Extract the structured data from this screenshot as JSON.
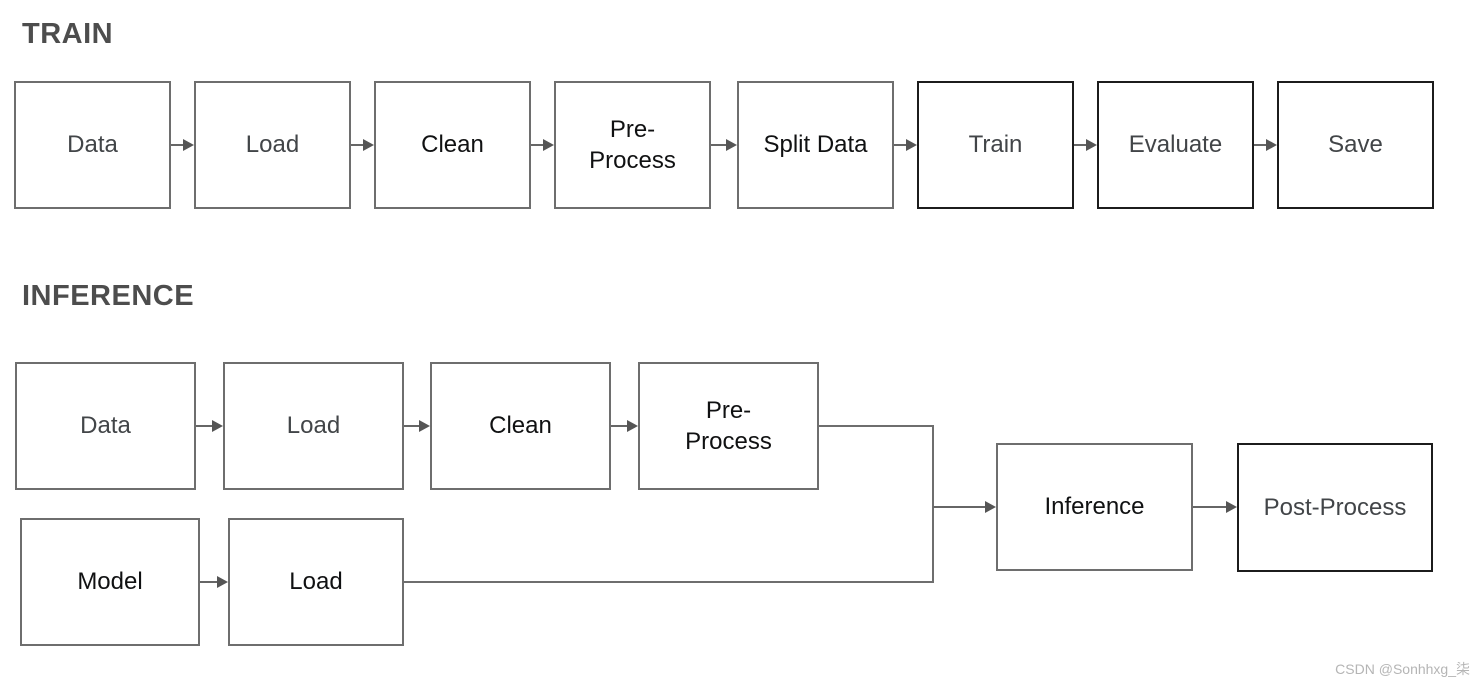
{
  "train": {
    "title": "TRAIN",
    "nodes": [
      {
        "id": "data",
        "label": "Data",
        "border": "gray",
        "text_color": "dark-gray"
      },
      {
        "id": "load",
        "label": "Load",
        "border": "gray",
        "text_color": "dark-gray"
      },
      {
        "id": "clean",
        "label": "Clean",
        "border": "gray",
        "text_color": "black"
      },
      {
        "id": "pre-process",
        "label": "Pre-\nProcess",
        "border": "gray",
        "text_color": "black"
      },
      {
        "id": "split-data",
        "label": "Split Data",
        "border": "gray",
        "text_color": "black"
      },
      {
        "id": "train",
        "label": "Train",
        "border": "black",
        "text_color": "dark-gray"
      },
      {
        "id": "evaluate",
        "label": "Evaluate",
        "border": "black",
        "text_color": "dark-gray"
      },
      {
        "id": "save",
        "label": "Save",
        "border": "black",
        "text_color": "dark-gray"
      }
    ],
    "flow": "Data → Load → Clean → Pre-Process → Split Data → Train → Evaluate → Save"
  },
  "inference": {
    "title": "INFERENCE",
    "data_pipeline": [
      {
        "id": "data",
        "label": "Data",
        "border": "gray",
        "text_color": "dark-gray"
      },
      {
        "id": "load",
        "label": "Load",
        "border": "gray",
        "text_color": "dark-gray"
      },
      {
        "id": "clean",
        "label": "Clean",
        "border": "gray",
        "text_color": "black"
      },
      {
        "id": "pre-process",
        "label": "Pre-\nProcess",
        "border": "gray",
        "text_color": "black"
      }
    ],
    "model_pipeline": [
      {
        "id": "model",
        "label": "Model",
        "border": "gray",
        "text_color": "black"
      },
      {
        "id": "model-load",
        "label": "Load",
        "border": "gray",
        "text_color": "black"
      }
    ],
    "merge_pipeline": [
      {
        "id": "inference",
        "label": "Inference",
        "border": "gray",
        "text_color": "black"
      },
      {
        "id": "post-process",
        "label": "Post-Process",
        "border": "black",
        "text_color": "dark-gray"
      }
    ],
    "flow": "Data → Load → Clean → Pre-Process → Inference; Model → Load → Inference; Inference → Post-Process"
  },
  "watermark": {
    "text": "CSDN @Sonhhxg_柒"
  },
  "colors": {
    "background": "#ffffff",
    "box_border_gray": "#6e6e6e",
    "box_border_black": "#1c1c1c",
    "text_dark_gray": "#424548",
    "text_black": "#101112",
    "heading": "#4d4d4d",
    "connector_line": "#666666",
    "arrowhead": "#555555",
    "watermark": "#b5b5b5"
  }
}
